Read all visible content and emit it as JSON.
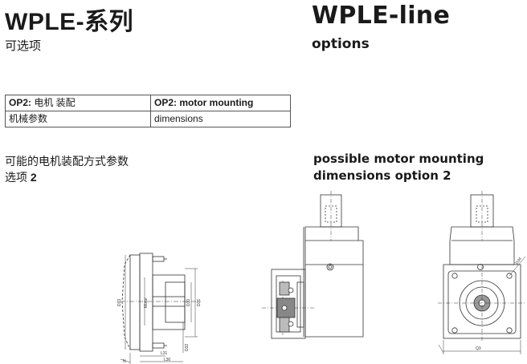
{
  "header": {
    "title_cn": "WPLE-系列",
    "title_en": "WPLE-line",
    "subtitle_cn": "可选项",
    "subtitle_en": "options"
  },
  "option_table": {
    "row1": {
      "cn_code": "OP2:",
      "cn_text": " 电机 装配",
      "en_code": "OP2:",
      "en_text": " motor mounting"
    },
    "row2": {
      "cn_text": "机械参数",
      "en_text": "dimensions"
    }
  },
  "description": {
    "cn_line1": "可能的电机装配方式参数",
    "cn_line2_text": "选项 ",
    "cn_line2_num": "2",
    "en_line1": "possible motor mounting",
    "en_line2": "dimensions option 2"
  },
  "drawing_labels": {
    "d33": "D33",
    "motor": "Motor",
    "d30": "D30",
    "d31": "D31",
    "d32": "D32",
    "l31": "L31",
    "l30": "L30",
    "n": "N",
    "d34": "D34",
    "q3": "Q3"
  }
}
